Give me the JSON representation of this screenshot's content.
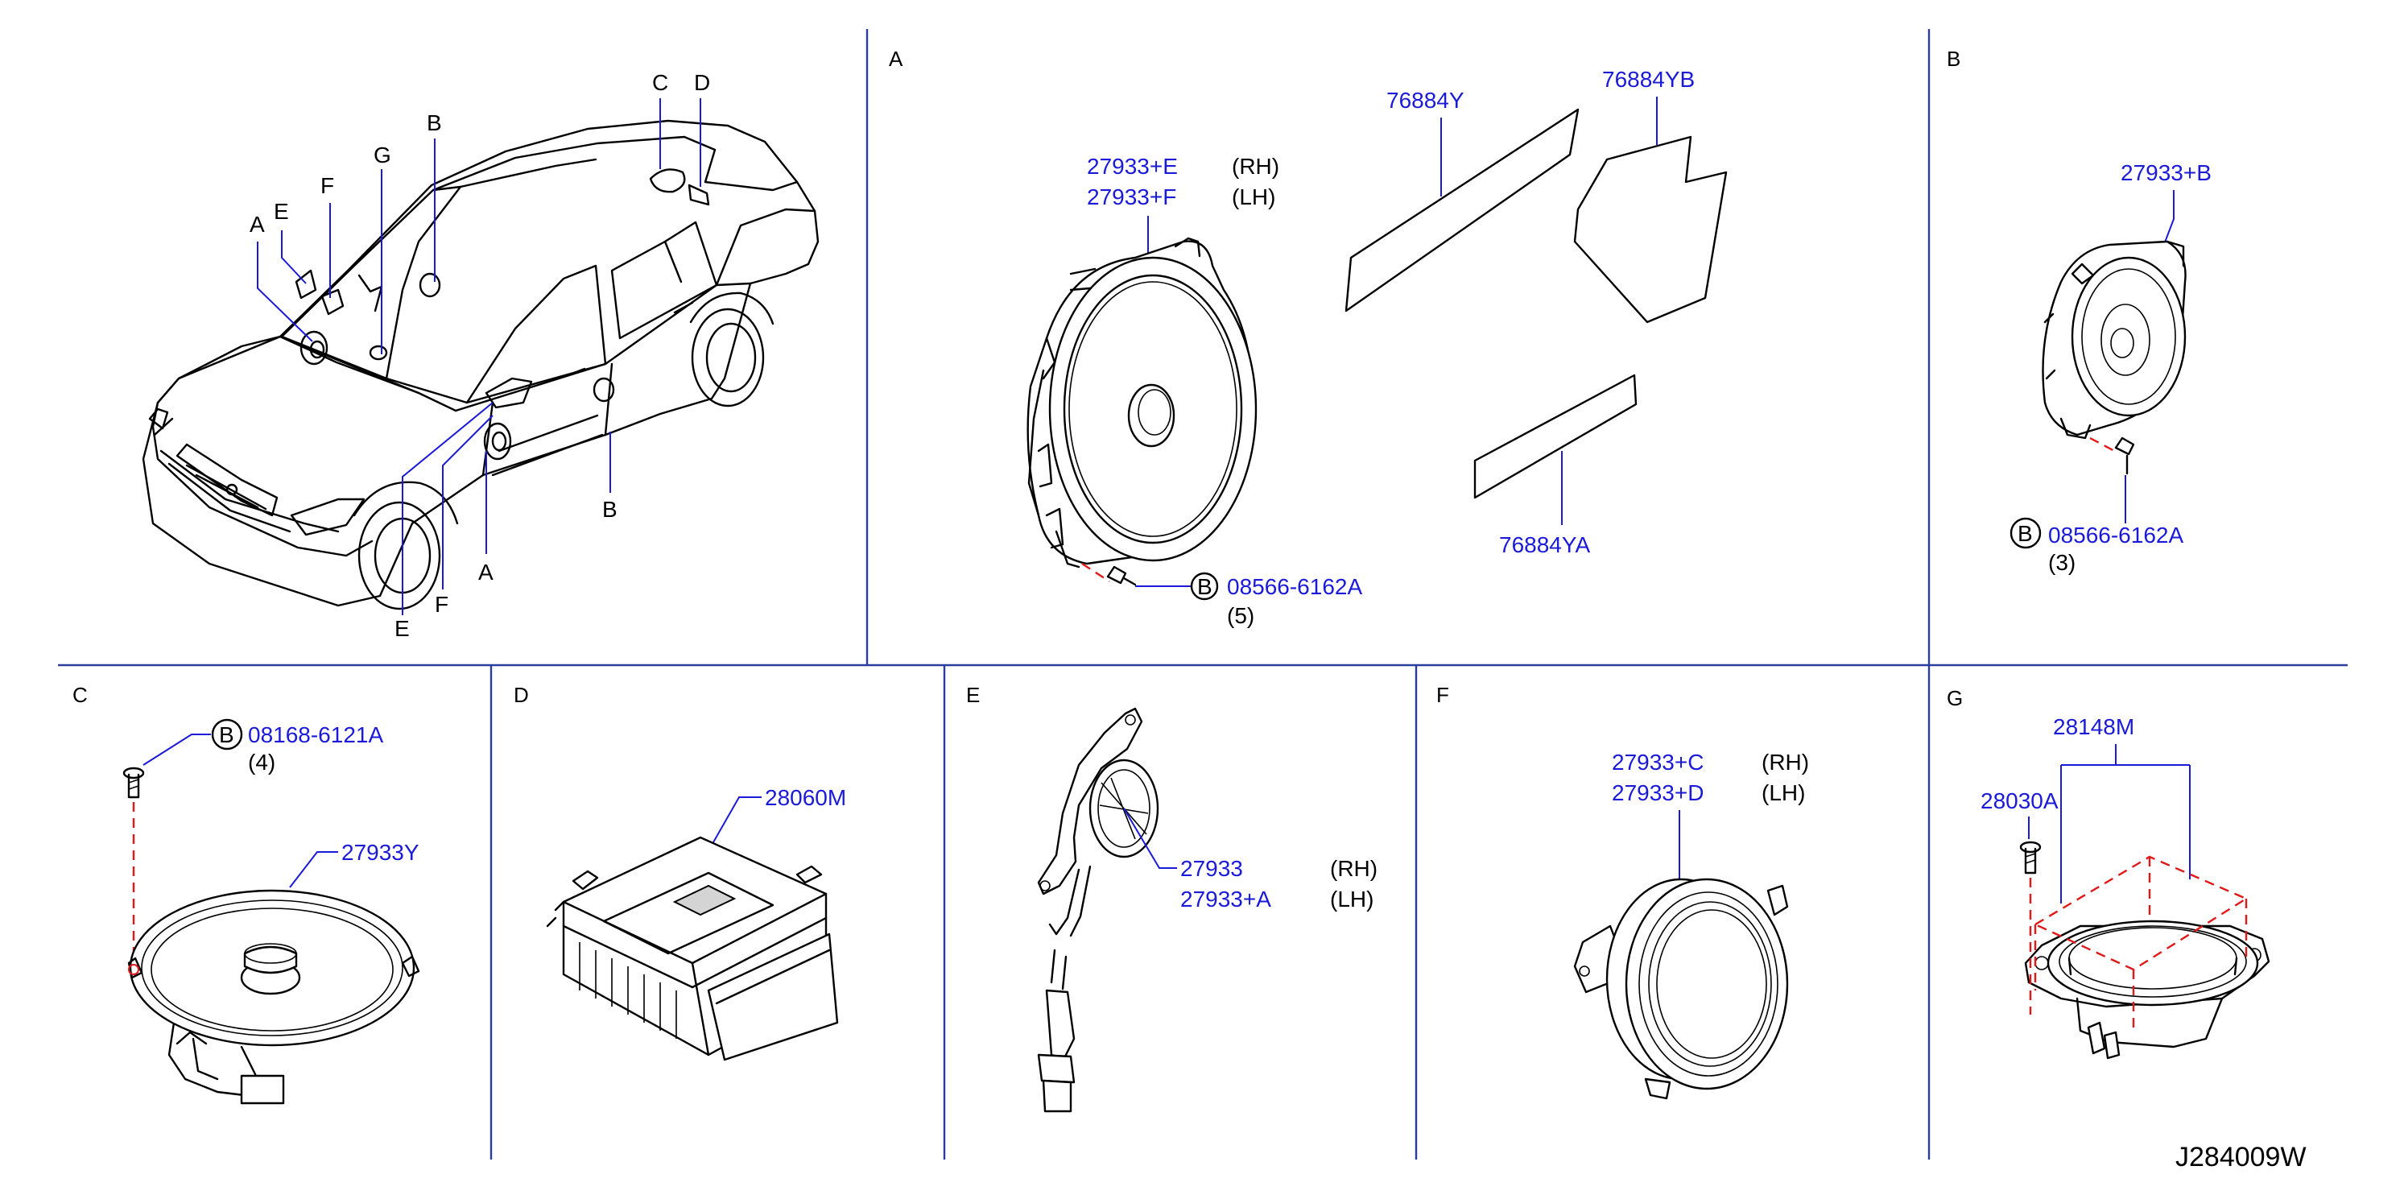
{
  "diagram_id": "J284009W",
  "overview": {
    "callouts": [
      "A",
      "B",
      "C",
      "D",
      "E",
      "F",
      "G"
    ]
  },
  "sections": {
    "A": {
      "title": "A",
      "speaker_rh": "27933+E",
      "speaker_lh": "27933+F",
      "rh": "(RH)",
      "lh": "(LH)",
      "seal_1": "76884Y",
      "seal_2": "76884YB",
      "seal_3": "76884YA",
      "bolt_symbol": "B",
      "bolt": "08566-6162A",
      "bolt_qty": "(5)"
    },
    "B": {
      "title": "B",
      "speaker": "27933+B",
      "bolt_symbol": "B",
      "bolt": "08566-6162A",
      "bolt_qty": "(3)"
    },
    "C": {
      "title": "C",
      "bolt_symbol": "B",
      "bolt": "08168-6121A",
      "bolt_qty": "(4)",
      "speaker": "27933Y"
    },
    "D": {
      "title": "D",
      "amplifier": "28060M"
    },
    "E": {
      "title": "E",
      "tweeter_rh": "27933",
      "tweeter_lh": "27933+A",
      "rh": "(RH)",
      "lh": "(LH)"
    },
    "F": {
      "title": "F",
      "speaker_rh": "27933+C",
      "speaker_lh": "27933+D",
      "rh": "(RH)",
      "lh": "(LH)"
    },
    "G": {
      "title": "G",
      "assembly": "28148M",
      "screw": "28030A"
    }
  }
}
